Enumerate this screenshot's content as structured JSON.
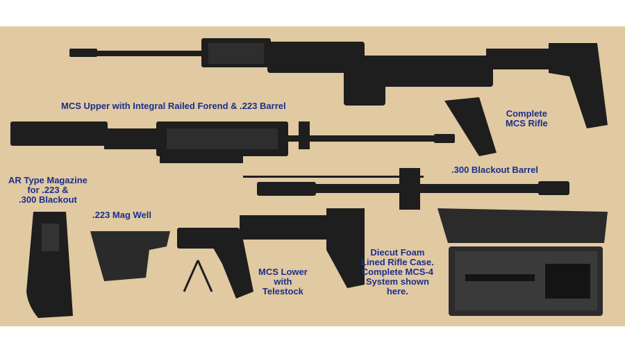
{
  "colors": {
    "background": "#e1c9a2",
    "label_text": "#1a2f8c",
    "gun_metal": "#1e1e1e"
  },
  "labels": {
    "upper": "MCS Upper with Integral Railed Forend & .223 Barrel",
    "rifle_line1": "Complete",
    "rifle_line2": "MCS Rifle",
    "blackout_barrel": ".300 Blackout Barrel",
    "magazine_line1": "AR Type Magazine",
    "magazine_line2": "for .223 &",
    "magazine_line3": ".300 Blackout",
    "mag_well": ".223 Mag Well",
    "lower_line1": "MCS Lower",
    "lower_line2": "with",
    "lower_line3": "Telestock",
    "case_line1": "Diecut Foam",
    "case_line2": "Lined Rifle Case.",
    "case_line3": "Complete MCS-4",
    "case_line4": "System shown",
    "case_line5": "here."
  }
}
